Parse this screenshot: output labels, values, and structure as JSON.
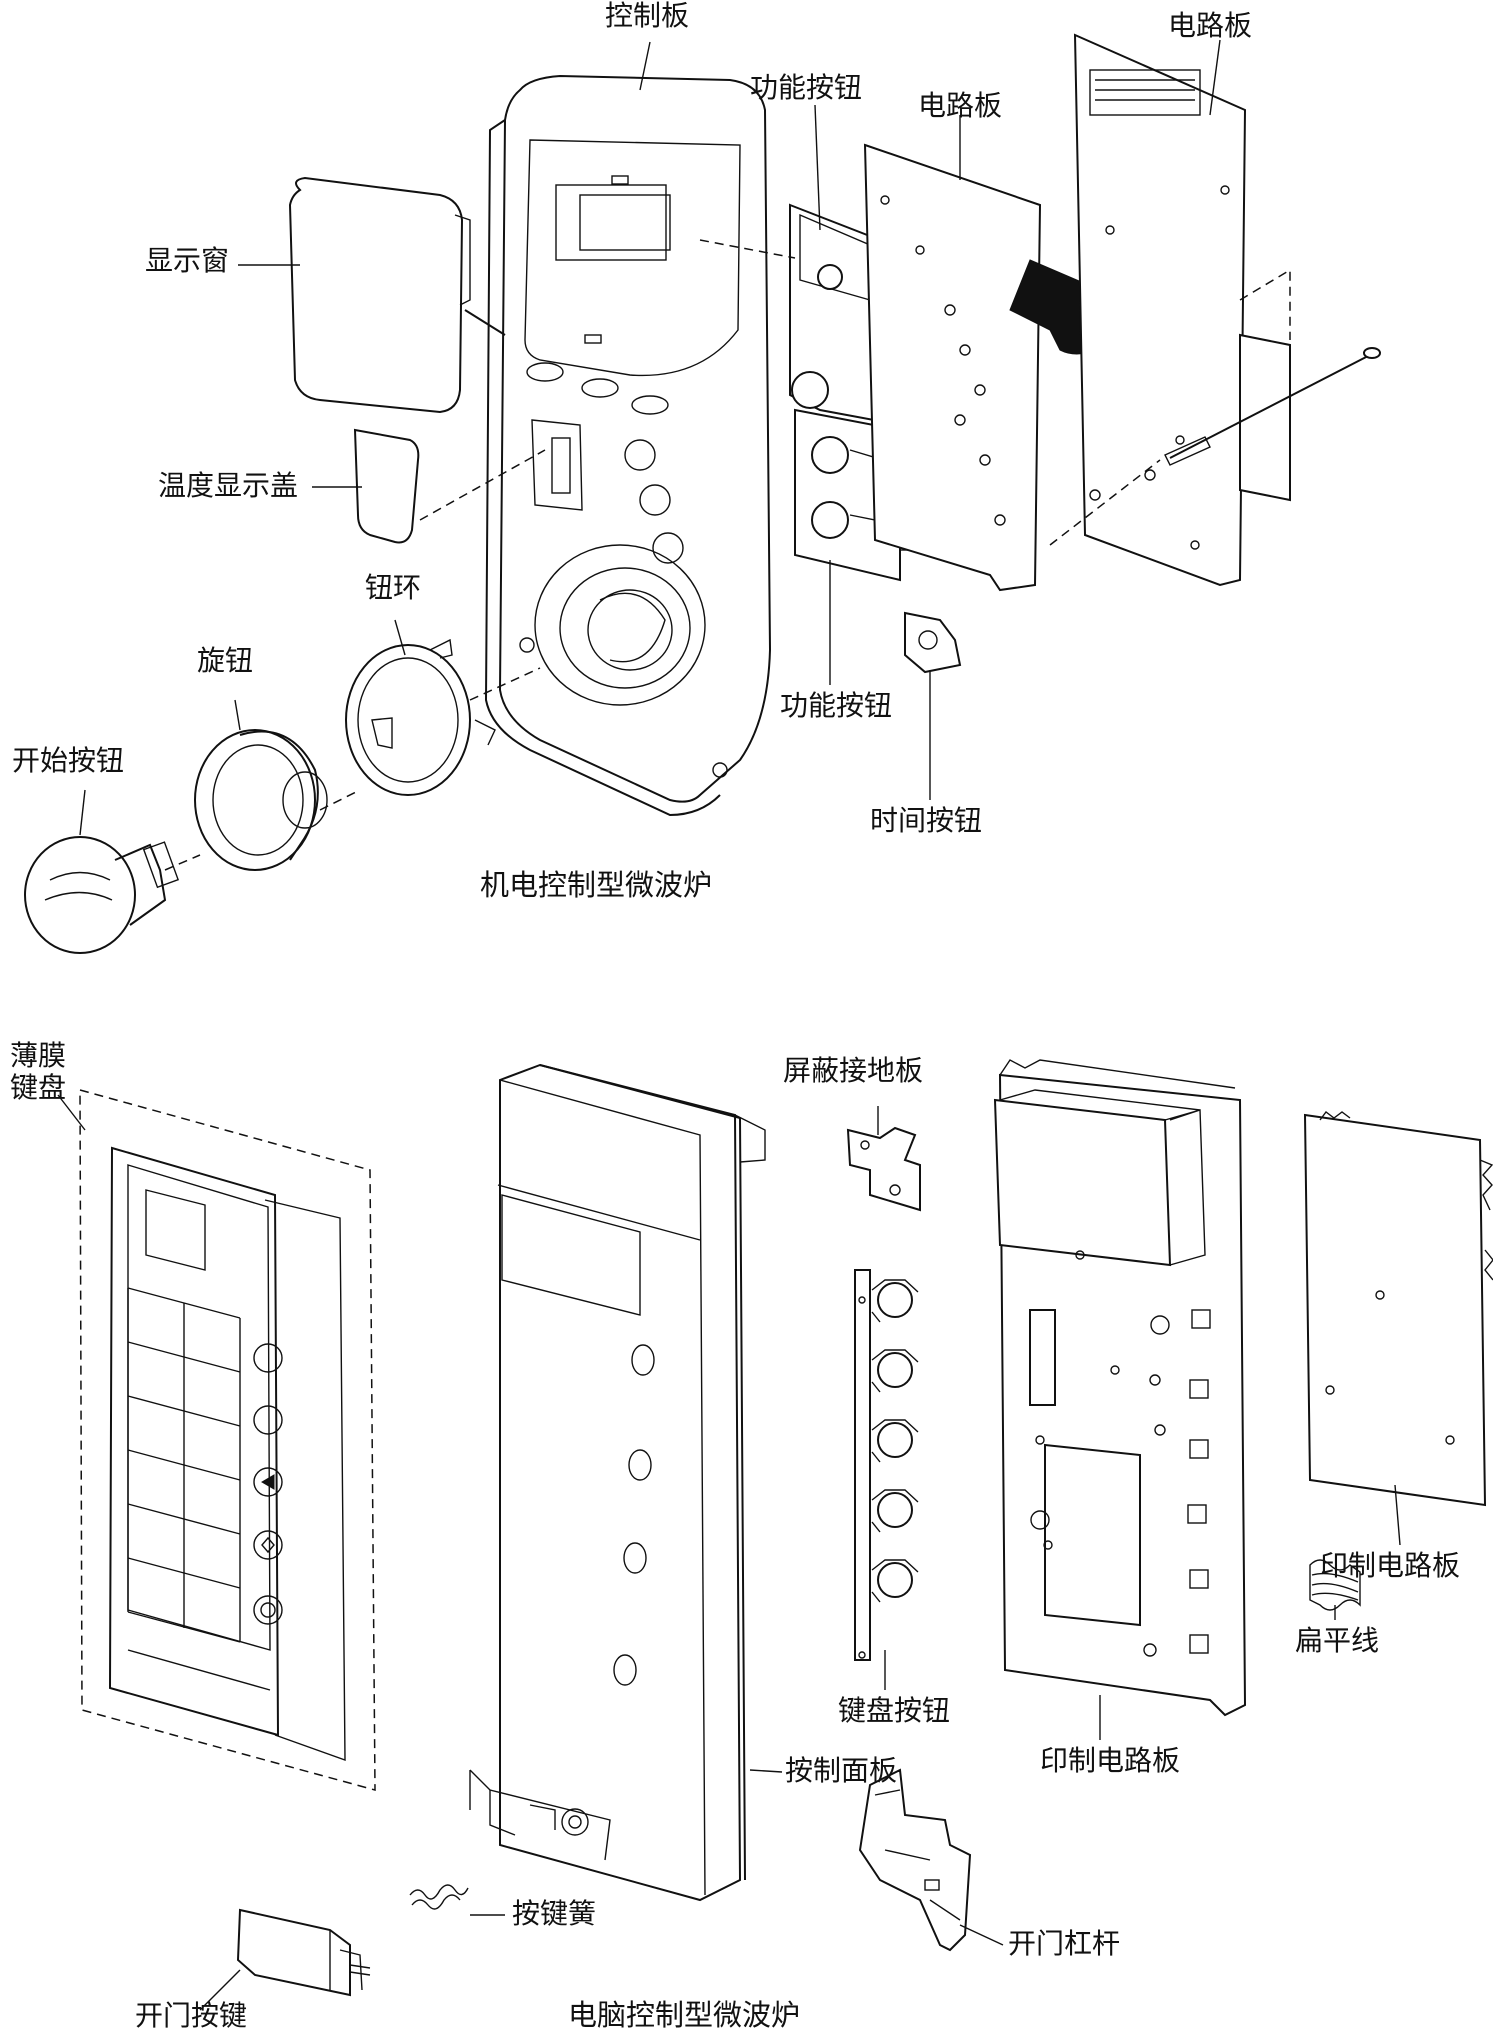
{
  "top": {
    "caption": "机电控制型微波炉",
    "labels": {
      "control_board": "控制板",
      "circuit_board_right": "电路板",
      "function_button_top": "功能按钮",
      "circuit_board_mid": "电路板",
      "display_window": "显示窗",
      "temp_display_cover": "温度显示盖",
      "knob_ring": "钮环",
      "knob": "旋钮",
      "start_button": "开始按钮",
      "function_button_bottom": "功能按钮",
      "time_button": "时间按钮"
    }
  },
  "bottom": {
    "caption": "电脑控制型微波炉",
    "labels": {
      "membrane_keypad": "薄膜\n键盘",
      "shield_ground_plate": "屏蔽接地板",
      "keypad_buttons": "键盘按钮",
      "control_panel": "按制面板",
      "pcb_center": "印制电路板",
      "pcb_right": "印制电路板",
      "flat_cable": "扁平线",
      "key_spring": "按键簧",
      "door_lever": "开门杠杆",
      "door_key": "开门按键"
    }
  }
}
